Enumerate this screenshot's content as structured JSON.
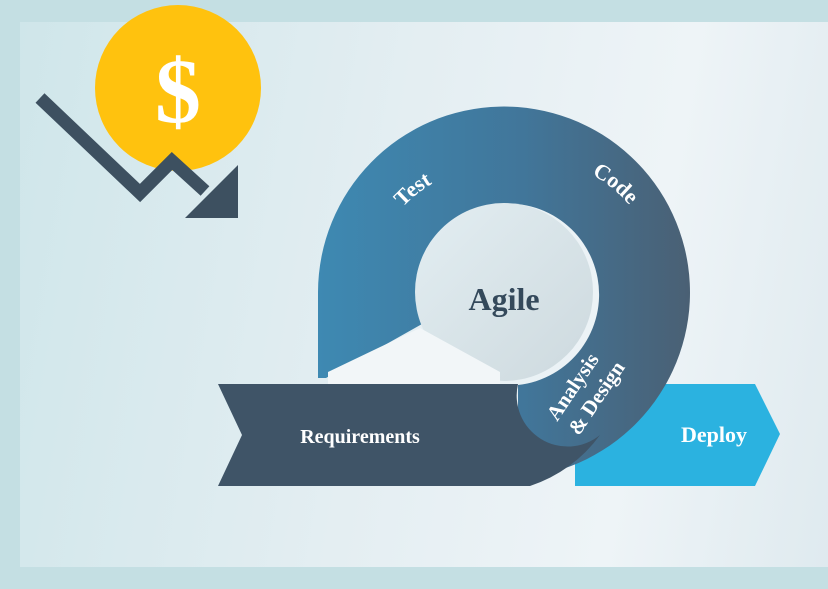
{
  "diagram": {
    "center_label": "Agile",
    "stages": {
      "test": "Test",
      "code": "Code",
      "analysis": "Analysis",
      "design": "& Design",
      "requirements": "Requirements",
      "deploy": "Deploy"
    },
    "cost_icon": {
      "symbol": "$",
      "icon": "dollar-coin-icon",
      "trend_icon": "trend-down-arrow-icon"
    }
  },
  "colors": {
    "background": "#c4dfe3",
    "ring_light": "#3f88b0",
    "ring_dark": "#45667c",
    "requirements_band": "#3f5467",
    "deploy_arrow": "#2bb2e0",
    "coin": "#ffc20e",
    "trend_arrow": "#3d5060",
    "text_light": "#ffffff",
    "text_dark": "#34495b"
  }
}
